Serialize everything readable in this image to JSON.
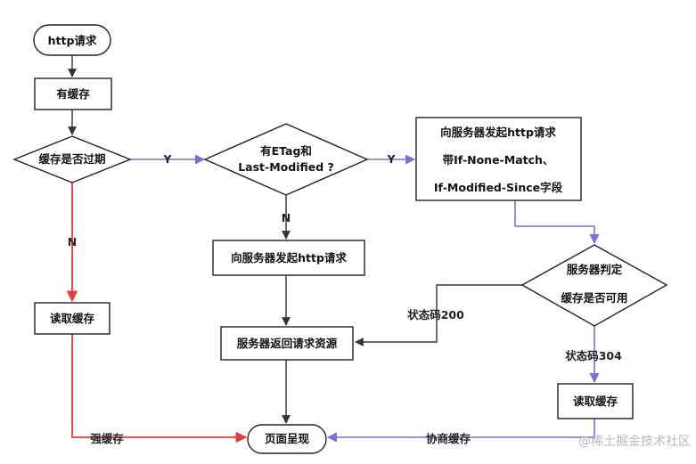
{
  "nodes": {
    "start": "http请求",
    "has_cache": "有缓存",
    "cache_expired": "缓存是否过期",
    "etag_line1": "有ETag和",
    "etag_line2": "Last-Modified ?",
    "send_cond_line1": "向服务器发起http请求",
    "send_cond_line2": "带If-None-Match、",
    "send_cond_line3": "If-Modified-Since字段",
    "send_request": "向服务器发起http请求",
    "server_judge_line1": "服务器判定",
    "server_judge_line2": "缓存是否可用",
    "read_cache_left": "读取缓存",
    "server_return": "服务器返回请求资源",
    "read_cache_right": "读取缓存",
    "page_render": "页面呈现"
  },
  "edges": {
    "yes_1": "Y",
    "yes_2": "Y",
    "no_1": "N",
    "no_2": "N",
    "status_200": "状态码200",
    "status_304": "状态码304",
    "strong_cache": "强缓存",
    "negotiated_cache": "协商缓存"
  },
  "watermark": "@稀土掘金技术社区",
  "colors": {
    "line": "#333333",
    "red": "#e83a3a",
    "blue": "#7b6fe0",
    "node_border": "#222222"
  }
}
